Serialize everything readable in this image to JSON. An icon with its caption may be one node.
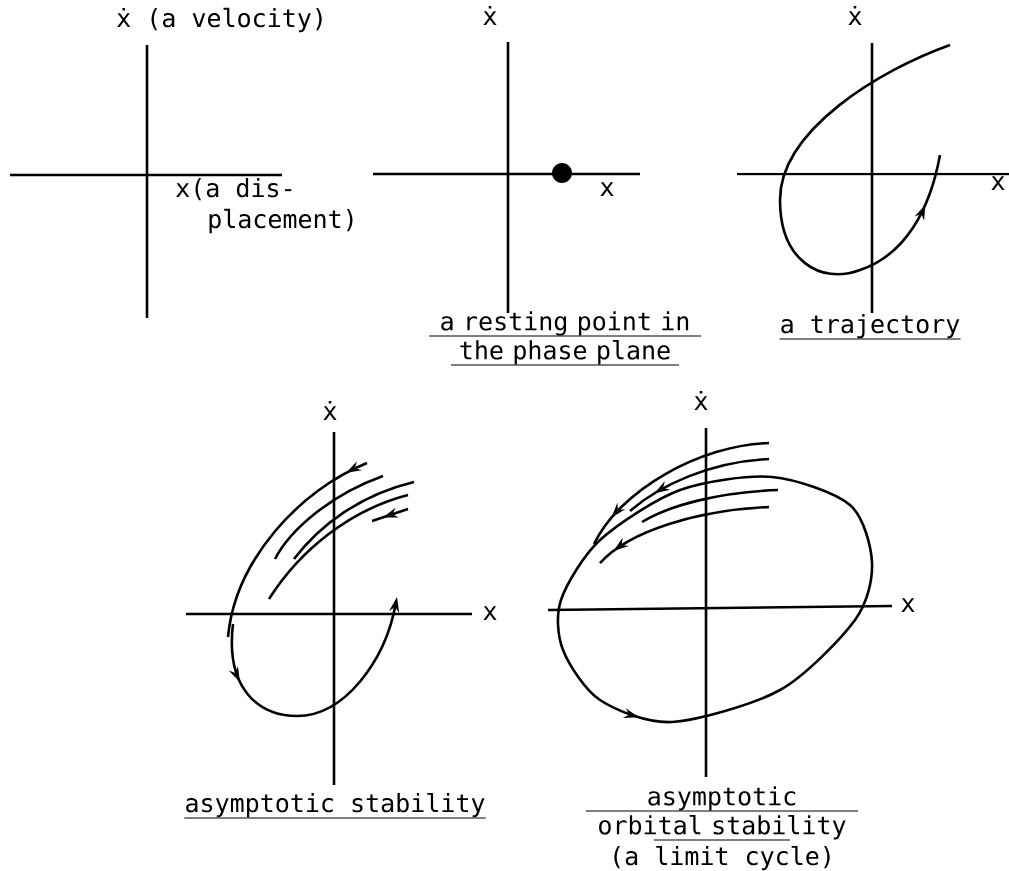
{
  "diagram": {
    "labels": [
      "ẋ (a velocity)",
      "x(a dis-",
      "placement)",
      "ẋ",
      "x",
      "a resting point in the phase plane",
      "ẋ",
      "x",
      "a trajectory",
      "ẋ",
      "x",
      "asymptotic stability",
      "ẋ",
      "x",
      "asymptotic orbital stability",
      "(a limit cycle)"
    ]
  }
}
